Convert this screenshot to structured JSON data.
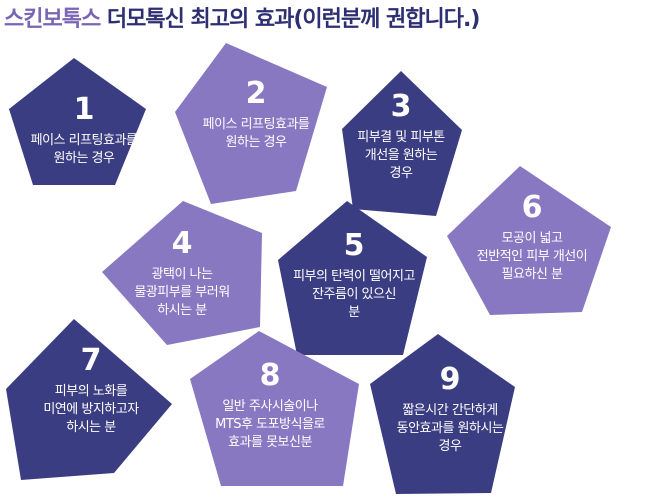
{
  "title": {
    "lead": "스킨보톡스",
    "rest": " 더모톡신 최고의 효과(이런분께 권합니다.)"
  },
  "colors": {
    "navy": "#3b3d82",
    "purple": "#8878c2"
  },
  "cards": [
    {
      "number": "1",
      "lines": [
        "페이스 리프팅효과를",
        "원하는 경우"
      ],
      "color": "navy"
    },
    {
      "number": "2",
      "lines": [
        "페이스 리프팅효과를",
        "원하는 경우"
      ],
      "color": "purple"
    },
    {
      "number": "3",
      "lines": [
        "피부결 및 피부톤",
        "개선을 원하는",
        "경우"
      ],
      "color": "navy"
    },
    {
      "number": "4",
      "lines": [
        "광택이 나는",
        "물광피부를 부러워",
        "하시는 분"
      ],
      "color": "purple"
    },
    {
      "number": "5",
      "lines": [
        "피부의 탄력이 떨어지고",
        "잔주름이 있으신",
        "분"
      ],
      "color": "navy"
    },
    {
      "number": "6",
      "lines": [
        "모공이 넓고",
        "전반적인 피부 개선이",
        "필요하신 분"
      ],
      "color": "purple"
    },
    {
      "number": "7",
      "lines": [
        "피부의 노화를",
        "미연에 방지하고자",
        "하시는 분"
      ],
      "color": "navy"
    },
    {
      "number": "8",
      "lines": [
        "일반 주사시술이나",
        "MTS후 도포방식을로",
        "효과를 못보신분"
      ],
      "color": "purple"
    },
    {
      "number": "9",
      "lines": [
        "짧은시간 간단하게",
        "동안효과를 원하시는",
        "경우"
      ],
      "color": "navy"
    }
  ]
}
